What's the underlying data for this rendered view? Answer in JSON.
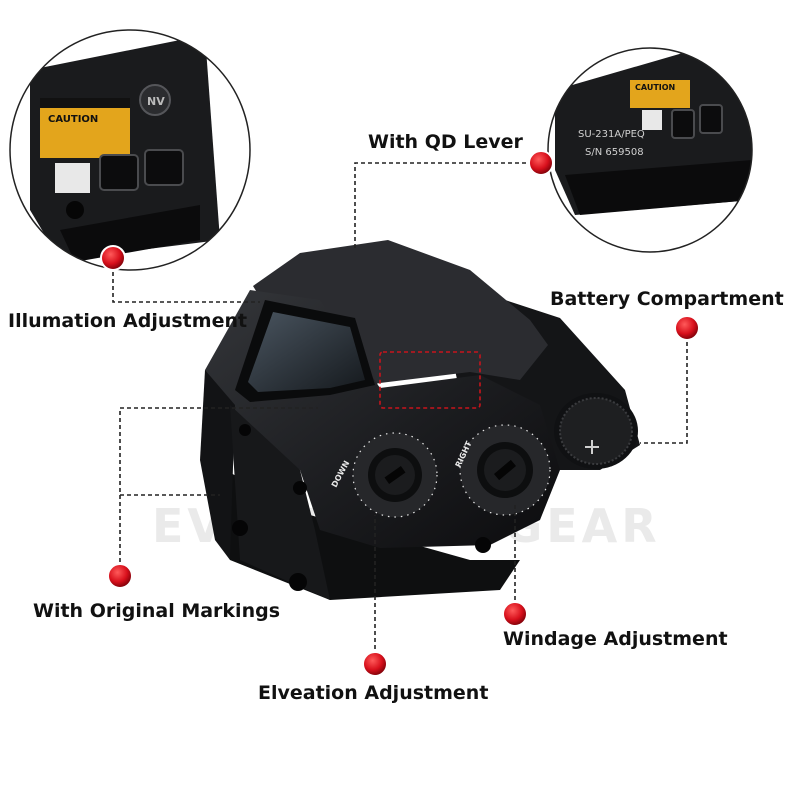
{
  "labels": {
    "qd_lever": "With QD Lever",
    "illumination": "Illumation Adjustment",
    "battery": "Battery Compartment",
    "markings": "With Original Markings",
    "windage": "Windage Adjustment",
    "elevation": "Elveation Adjustment"
  },
  "product": {
    "caution_text": "CAUTION",
    "model_text": "SU-231A/PEQ",
    "serial_text": "S/N 659508",
    "nv_text": "NV",
    "knob_left_text": "DOWN",
    "knob_right_text": "RIGHT",
    "watermark_text": "EVOLUTION GEAR"
  },
  "colors": {
    "marker_red": "#d8101c",
    "body_black": "#1c1d20",
    "leader_line": "#222222"
  },
  "icons": [
    "callout-marker-icon",
    "cross-icon"
  ]
}
